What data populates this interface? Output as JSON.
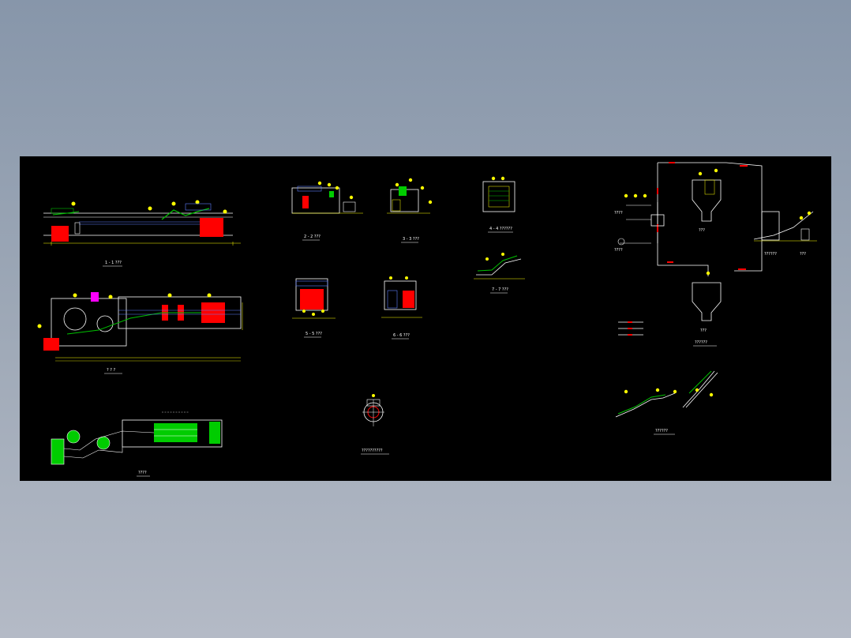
{
  "colors": {
    "background": "#000000",
    "line": "#ffffff",
    "dimension": "#ffff00",
    "pipe": "#00c000",
    "fill_red": "#ff0000",
    "fill_green": "#00cc00",
    "hatch_blue": "#6080ff",
    "frame_gradient_top": "#8796aa",
    "frame_gradient_bottom": "#b4bac6"
  },
  "drawings": {
    "sec_1_1": {
      "title": "1 - 1 ???"
    },
    "plan_view": {
      "title": "? ? ?"
    },
    "layout_view": {
      "title": "????"
    },
    "sec_2_2": {
      "title": "2 - 2 ???"
    },
    "sec_3_3": {
      "title": "3 - 3 ???"
    },
    "sec_4_4": {
      "title": "4 - 4 ??????"
    },
    "sec_5_5": {
      "title": "5 - 5 ???"
    },
    "sec_6_6": {
      "title": "6 - 6 ???"
    },
    "sec_7_7": {
      "title": "7 - 7 ???"
    },
    "detail_round": {
      "title": "??????????"
    },
    "flow_diagram": {
      "title": "??????",
      "labels": [
        "????",
        "????",
        "???",
        "???",
        "??????",
        "???"
      ]
    },
    "pipe_detail": {
      "title": "??????"
    }
  }
}
